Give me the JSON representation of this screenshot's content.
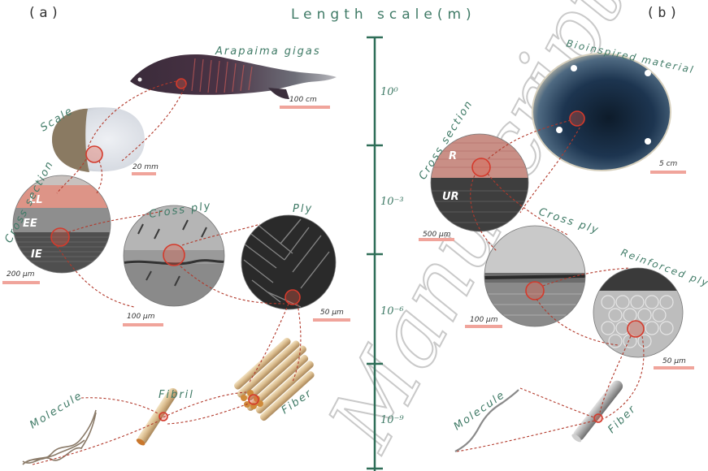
{
  "header": {
    "title": "Length scale(m)",
    "panel_a": "(a)",
    "panel_b": "(b)"
  },
  "axis": {
    "ticks": [
      "10⁰",
      "10⁻³",
      "10⁻⁶",
      "10⁻⁹"
    ]
  },
  "panel_a": {
    "labels": {
      "fish": "Arapaima gigas",
      "scale": "Scale",
      "cross_section": "Cross section",
      "cross_ply": "Cross ply",
      "ply": "Ply",
      "fibril": "Fibril",
      "fiber": "Fiber",
      "molecule": "Molecule"
    },
    "layers": [
      "LL",
      "EE",
      "IE"
    ],
    "scale_bars": {
      "fish": "100 cm",
      "scale": "20 mm",
      "cross_section": "200 μm",
      "cross_ply": "100 μm",
      "ply": "50 μm"
    }
  },
  "panel_b": {
    "labels": {
      "material": "Bioinspired material",
      "cross_section": "Cross section",
      "cross_ply": "Cross ply",
      "reinforced_ply": "Reinforced ply",
      "molecule": "Molecule",
      "fiber": "Fiber"
    },
    "layers": [
      "R",
      "UR"
    ],
    "scale_bars": {
      "material": "5 cm",
      "cross_section": "500 μm",
      "cross_ply": "100 μm",
      "reinforced_ply": "50 μm"
    }
  },
  "watermark": "Manuscript"
}
